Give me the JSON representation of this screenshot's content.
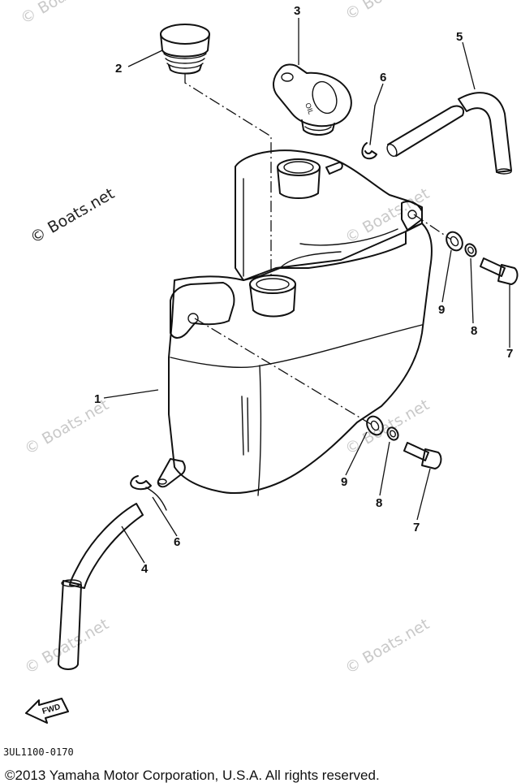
{
  "diagram": {
    "callouts": {
      "c1": "1",
      "c2": "2",
      "c3": "3",
      "c4": "4",
      "c5": "5",
      "c6a": "6",
      "c6b": "6",
      "c7a": "7",
      "c7b": "7",
      "c8a": "8",
      "c8b": "8",
      "c9a": "9",
      "c9b": "9"
    },
    "cap_lettering": "OIL",
    "fwd_label": "FWD",
    "part_code": "3UL1100-0170",
    "copyright": "©2013 Yamaha Motor Corporation, U.S.A. All rights reserved.",
    "watermark_primary": "© Boats.net",
    "watermark_faint": "© Boats.net"
  }
}
